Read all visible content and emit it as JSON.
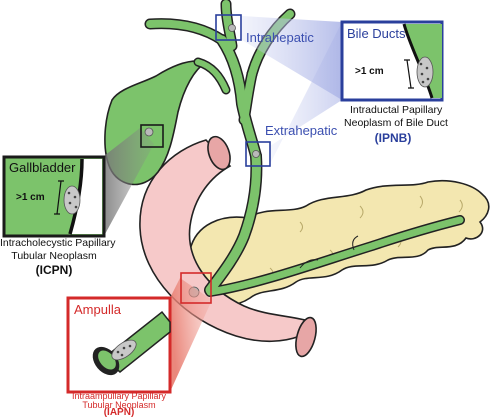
{
  "labels": {
    "intrahepatic": "Intrahepatic",
    "extrahepatic": "Extrahepatic"
  },
  "insets": {
    "bile_ducts": {
      "title": "Bile Ducts",
      "size": ">1 cm",
      "description_line1": "Intraductal Papillary",
      "description_line2": "Neoplasm of Bile Duct",
      "abbr": "(IPNB)",
      "color": "#2a3f9c"
    },
    "gallbladder": {
      "title": "Gallbladder",
      "size": ">1 cm",
      "description_line1": "Intracholecystic Papillary",
      "description_line2": "Tubular Neoplasm",
      "abbr": "(ICPN)",
      "color": "#1a1a1a"
    },
    "ampulla": {
      "title": "Ampulla",
      "description_line1": "Intraampullary Papillary",
      "description_line2": "Tubular Neoplasm",
      "abbr": "(IAPN)",
      "color": "#d42a2a"
    }
  },
  "colors": {
    "bile_duct_green": "#7cc36b",
    "duodenum_pink": "#f6c9c9",
    "pancreas_yellow": "#f3e7b0",
    "tumor_gray": "#b9b9b9",
    "label_blue": "#3b4fb0"
  }
}
